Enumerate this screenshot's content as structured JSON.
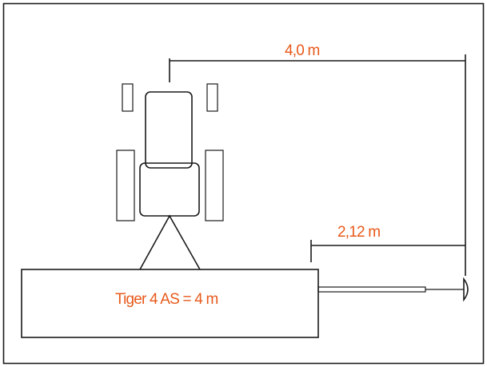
{
  "labels": {
    "overall_distance": "4,0 m",
    "offset_distance": "2,12 m",
    "implement": "Tiger 4 AS = 4 m"
  },
  "colors": {
    "label": "#e8591a",
    "stroke": "#1a1a1a",
    "background": "#ffffff"
  }
}
